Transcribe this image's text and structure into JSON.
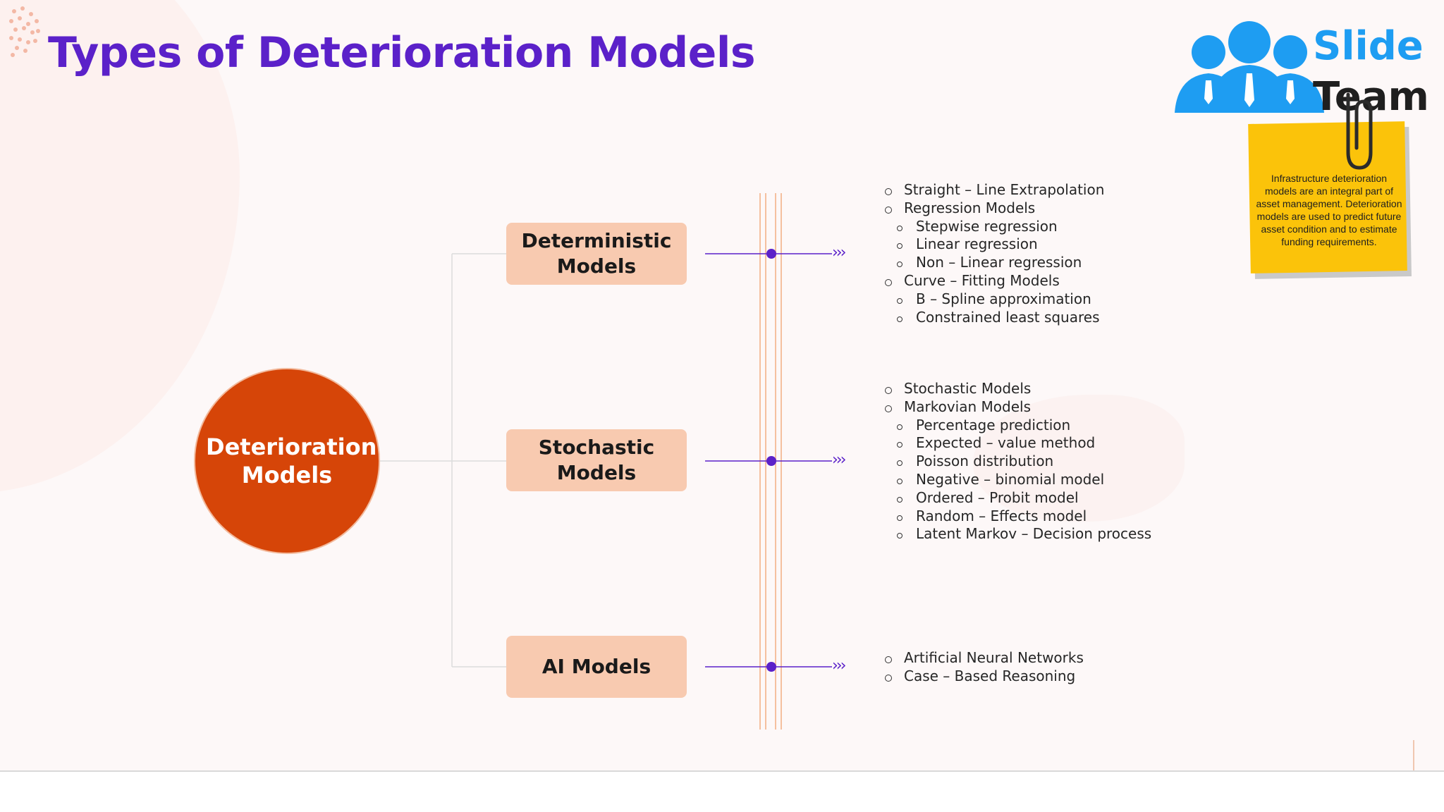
{
  "slide": {
    "title": "Types of Deterioration Models",
    "colors": {
      "title": "#5b21c9",
      "accent_circle": "#d64508",
      "model_box": "#f8cab0",
      "connector": "#5b21c9",
      "note": "#fbc30a",
      "logo_blue": "#1e9df2"
    }
  },
  "logo": {
    "word1": "Slide",
    "word2": "Team",
    "icon": "people-group-icon"
  },
  "note": {
    "text": "Infrastructure deterioration models are an integral part of asset management. Deterioration models are used to predict future asset condition and to estimate funding requirements."
  },
  "center": {
    "label": "Deterioration Models"
  },
  "models": [
    {
      "label": "Deterministic Models",
      "arrows": "›››",
      "items": [
        {
          "text": "Straight – Line Extrapolation",
          "level": 1
        },
        {
          "text": "Regression Models",
          "level": 1
        },
        {
          "text": "Stepwise regression",
          "level": 2
        },
        {
          "text": "Linear regression",
          "level": 2
        },
        {
          "text": "Non – Linear regression",
          "level": 2
        },
        {
          "text": "Curve – Fitting Models",
          "level": 1
        },
        {
          "text": "B – Spline approximation",
          "level": 2
        },
        {
          "text": "Constrained least squares",
          "level": 2
        }
      ]
    },
    {
      "label": "Stochastic Models",
      "arrows": "›››",
      "items": [
        {
          "text": "Stochastic Models",
          "level": 1
        },
        {
          "text": "Markovian Models",
          "level": 1
        },
        {
          "text": "Percentage prediction",
          "level": 2
        },
        {
          "text": "Expected – value method",
          "level": 2
        },
        {
          "text": "Poisson distribution",
          "level": 2
        },
        {
          "text": "Negative – binomial model",
          "level": 2
        },
        {
          "text": "Ordered – Probit model",
          "level": 2
        },
        {
          "text": "Random – Effects model",
          "level": 2
        },
        {
          "text": "Latent Markov – Decision process",
          "level": 2
        }
      ]
    },
    {
      "label": "AI Models",
      "arrows": "›››",
      "items": [
        {
          "text": "Artificial Neural Networks",
          "level": 1
        },
        {
          "text": "Case – Based Reasoning",
          "level": 1
        }
      ]
    }
  ]
}
